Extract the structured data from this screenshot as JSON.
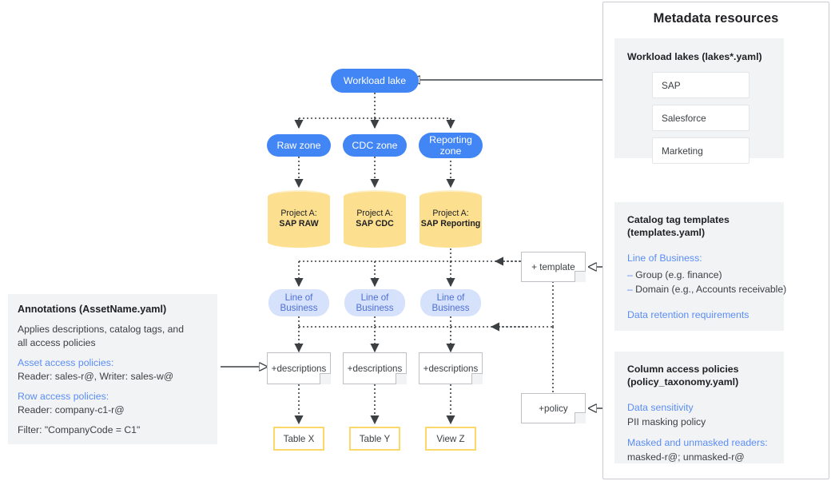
{
  "metadata_panel": {
    "title": "Metadata resources",
    "sections": [
      {
        "id": "workload-lakes",
        "heading": "Workload lakes (lakes*.yaml)",
        "items": [
          "SAP",
          "Salesforce",
          "Marketing"
        ]
      },
      {
        "id": "catalog-tag-templates",
        "heading_line1": "Catalog tag templates",
        "heading_line2": "(templates.yaml)",
        "group_label": "Line of Business:",
        "bullets": [
          "Group (e.g. finance)",
          "Domain (e.g., Accounts receivable)"
        ],
        "footer_label": "Data retention requirements"
      },
      {
        "id": "column-access-policies",
        "heading_line1": "Column access policies",
        "heading_line2": "(policy_taxonomy.yaml)",
        "sensitivity_label": "Data sensitivity",
        "sensitivity_value": "PII masking policy",
        "readers_label": "Masked and unmasked readers:",
        "readers_value": "masked-r@; unmasked-r@"
      }
    ]
  },
  "annotations": {
    "title": "Annotations (AssetName.yaml)",
    "description_line1": "Applies descriptions, catalog tags, and",
    "description_line2": "all access policies",
    "asset_label": "Asset access policies:",
    "asset_value": "Reader: sales-r@, Writer: sales-w@",
    "row_label": "Row access policies:",
    "row_value": "Reader: company-c1-r@",
    "filter_value": "Filter: \"CompanyCode = C1\""
  },
  "flow": {
    "lake": "Workload lake",
    "zones": [
      "Raw zone",
      "CDC zone",
      "Reporting zone"
    ],
    "projects": [
      {
        "prefix": "Project A:",
        "name": "SAP RAW"
      },
      {
        "prefix": "Project A:",
        "name": "SAP CDC"
      },
      {
        "prefix": "Project A:",
        "name": "SAP Reporting"
      }
    ],
    "lob": [
      "Line of Business",
      "Line of Business",
      "Line of Business"
    ],
    "descriptions": [
      "+descriptions",
      "+descriptions",
      "+descriptions"
    ],
    "outputs": [
      "Table X",
      "Table Y",
      "View Z"
    ],
    "template_note": "+ template",
    "policy_note": "+policy"
  },
  "colors": {
    "blue": "#4285f4",
    "light_blue": "#d6e2fb",
    "yellow": "#fcdf8f",
    "yellow_border": "#fcd86b",
    "panel_gray": "#f1f3f4",
    "link_blue": "#5b8df6"
  }
}
